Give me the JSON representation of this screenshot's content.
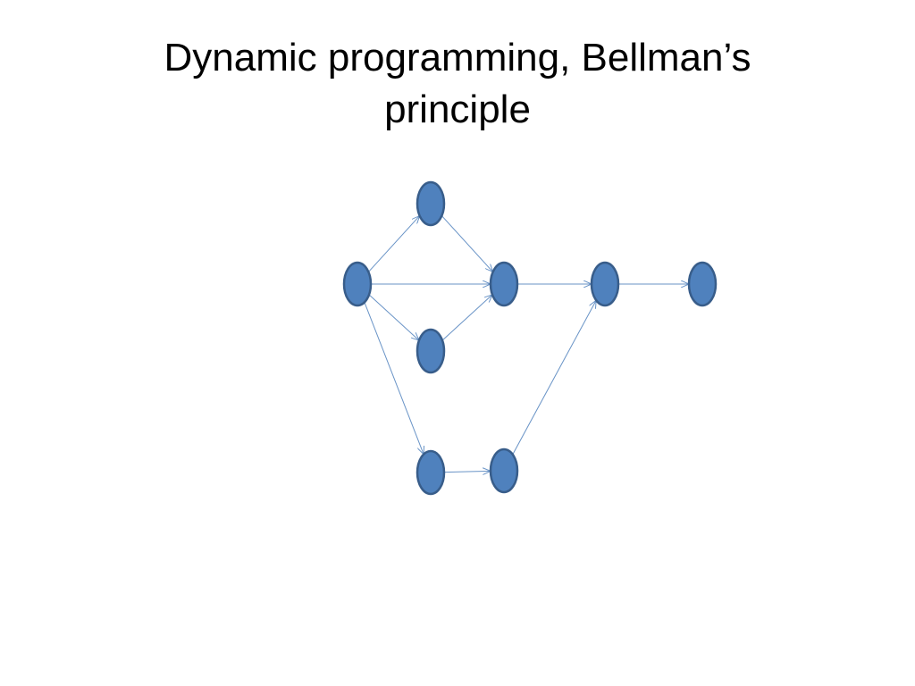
{
  "slide": {
    "title": "Dynamic programming, Bellman’s principle"
  },
  "graph": {
    "node_color": "#4f81bd",
    "node_border_color": "#385d8a",
    "edge_color": "#4f81bd",
    "nodes": [
      "source",
      "upper",
      "middle",
      "lower",
      "bottom-left",
      "bottom-right",
      "merge",
      "target"
    ],
    "edges": [
      [
        "source",
        "upper"
      ],
      [
        "source",
        "middle"
      ],
      [
        "source",
        "lower"
      ],
      [
        "source",
        "bottom-left"
      ],
      [
        "upper",
        "middle"
      ],
      [
        "lower",
        "middle"
      ],
      [
        "middle",
        "merge"
      ],
      [
        "bottom-left",
        "bottom-right"
      ],
      [
        "bottom-right",
        "merge"
      ],
      [
        "merge",
        "target"
      ]
    ]
  }
}
